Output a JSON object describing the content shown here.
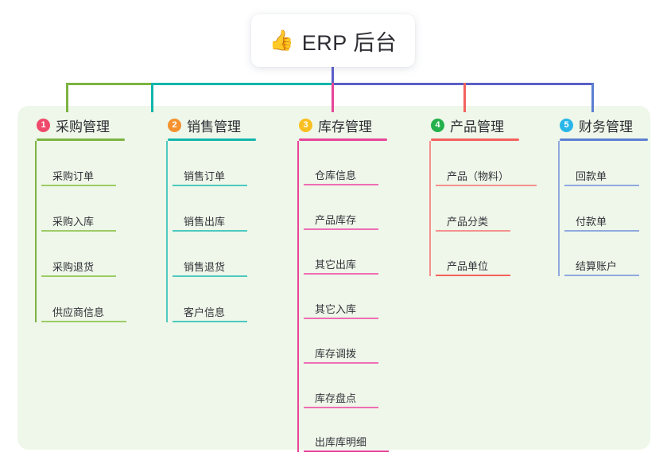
{
  "diagram": {
    "title": "ERP 后台 mindmap",
    "root": {
      "icon": "thumbs-up-icon",
      "icon_glyph": "👍",
      "label": "ERP 后台"
    },
    "panel_color": "#eef7e9",
    "page_background": "#ffffff",
    "stem_color": "#5b5fc7",
    "branches": [
      {
        "number": "1",
        "label": "采购管理",
        "badge_color": "#ef4a6b",
        "line_color": "#7cb342",
        "items": [
          {
            "label": "采购订单"
          },
          {
            "label": "采购入库"
          },
          {
            "label": "采购退货"
          },
          {
            "label": "供应商信息"
          }
        ]
      },
      {
        "number": "2",
        "label": "销售管理",
        "badge_color": "#f5922f",
        "line_color": "#12b5ab",
        "items": [
          {
            "label": "销售订单"
          },
          {
            "label": "销售出库"
          },
          {
            "label": "销售退货"
          },
          {
            "label": "客户信息"
          }
        ]
      },
      {
        "number": "3",
        "label": "库存管理",
        "badge_color": "#f9bf20",
        "line_color": "#e8459a",
        "items": [
          {
            "label": "仓库信息"
          },
          {
            "label": "产品库存"
          },
          {
            "label": "其它出库"
          },
          {
            "label": "其它入库"
          },
          {
            "label": "库存调拨"
          },
          {
            "label": "库存盘点"
          },
          {
            "label": "出库库明细"
          }
        ]
      },
      {
        "number": "4",
        "label": "产品管理",
        "badge_color": "#24b04b",
        "line_color": "#f4615e",
        "items": [
          {
            "label": "产品（物料）"
          },
          {
            "label": "产品分类"
          },
          {
            "label": "产品单位"
          }
        ]
      },
      {
        "number": "5",
        "label": "财务管理",
        "badge_color": "#29b6e8",
        "line_color": "#5b7ed1",
        "items": [
          {
            "label": "回款单"
          },
          {
            "label": "付款单"
          },
          {
            "label": "结算账户"
          }
        ]
      }
    ]
  }
}
